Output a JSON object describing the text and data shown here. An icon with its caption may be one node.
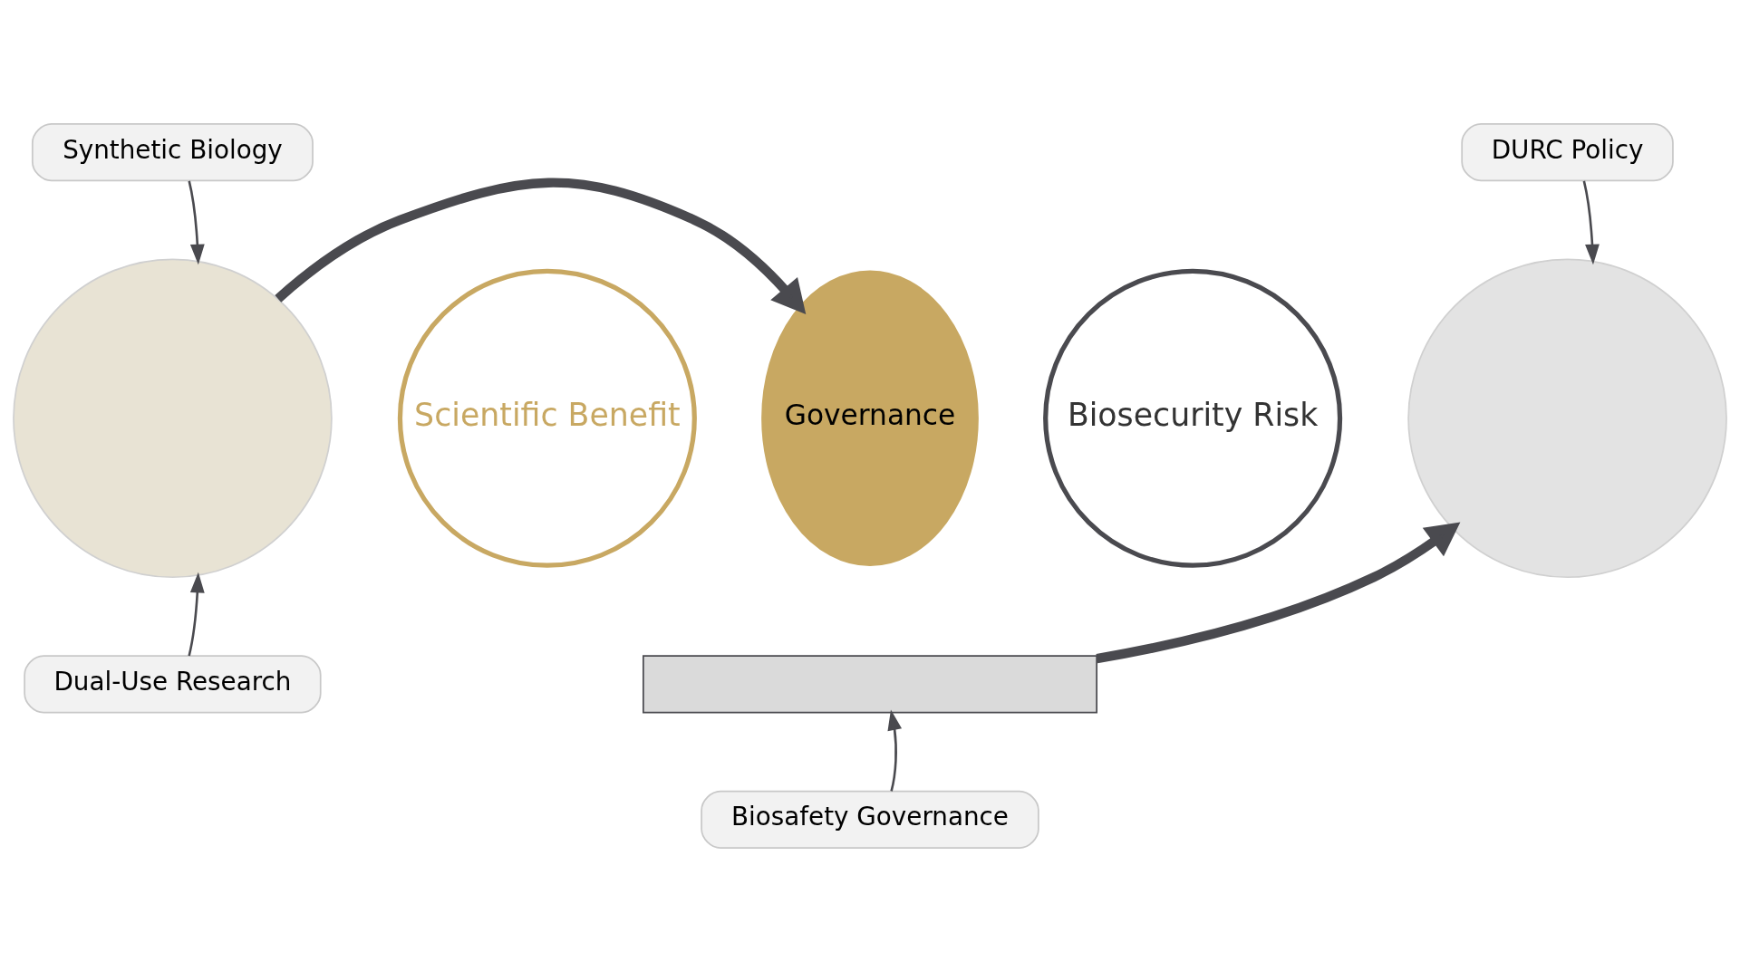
{
  "diagram": {
    "nodes": [
      {
        "text": [
          "Synthetic Biology"
        ]
      },
      {
        "text": [],
        "shape": "circle"
      },
      {
        "text": [
          "Dual-Use Research"
        ]
      },
      {
        "text": [
          "Scientific Benefit"
        ]
      },
      {
        "text": [
          "Governance"
        ]
      },
      {
        "text": [
          "Biosecurity Risk"
        ]
      },
      {
        "text": [],
        "shape": "box"
      },
      {
        "text": [
          "Biosafety Governance"
        ]
      },
      {
        "text": [
          "DURC Policy"
        ]
      },
      {
        "text": [],
        "shape": "circle"
      }
    ],
    "edges": [
      {
        "from": 0,
        "to": 1,
        "arrow": "to"
      },
      {
        "from": 2,
        "to": 1,
        "arrow": "to"
      },
      {
        "from": 1,
        "to": 4,
        "arrow": "to",
        "style": "thick"
      },
      {
        "from": 7,
        "to": 6,
        "arrow": "to"
      },
      {
        "from": 6,
        "to": 9,
        "arrow": "to",
        "style": "thick"
      },
      {
        "from": 8,
        "to": 9,
        "arrow": "to"
      }
    ]
  }
}
